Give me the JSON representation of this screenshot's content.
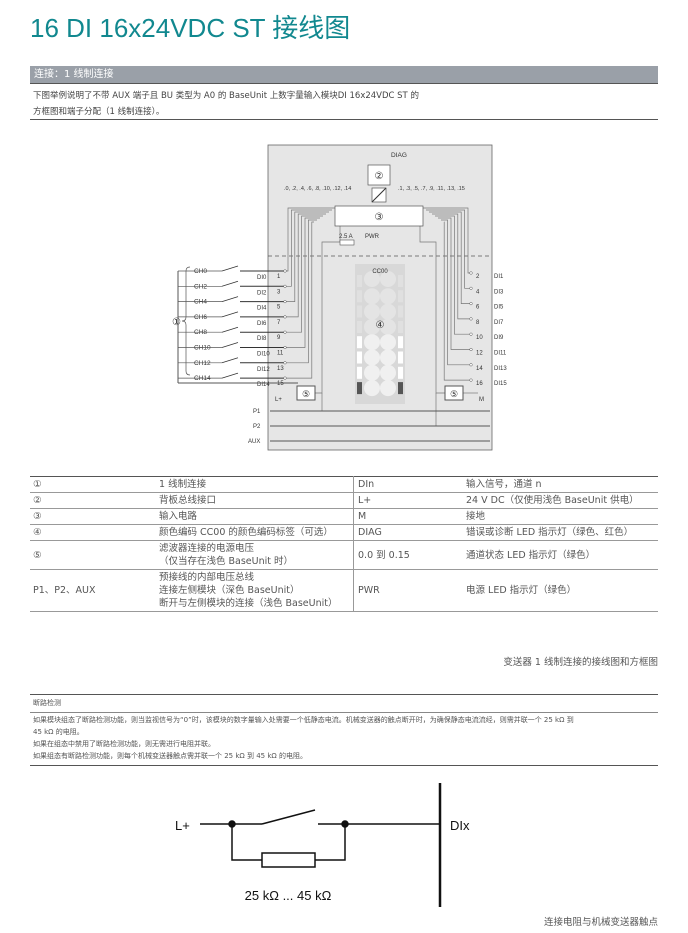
{
  "title": "16 DI 16x24VDC ST 接线图",
  "section": {
    "header": "连接：1 线制连接",
    "desc_line1": "下图举例说明了不带 AUX 端子且 BU 类型为 A0 的 BaseUnit 上数字量输入模块DI 16x24VDC ST 的",
    "desc_line2": "方框图和端子分配（1 线制连接）。"
  },
  "diagram": {
    "diag": "DIAG",
    "pwr": "PWR",
    "fuse": "2.5 A",
    "even_leds": ".0, .2, .4, .6, .8, .10, .12, .14",
    "odd_leds": ".1, .3, .5, .7, .9, .11, .13, .15",
    "cc": "CC00",
    "n1": "①",
    "n2": "②",
    "n3": "③",
    "n4": "④",
    "n5": "⑤",
    "channels": [
      "CH0",
      "CH2",
      "CH4",
      "CH6",
      "CH8",
      "CH10",
      "CH12",
      "CH14"
    ],
    "left_di": [
      "DI0",
      "DI2",
      "DI4",
      "DI6",
      "DI8",
      "DI10",
      "DI12",
      "DI14"
    ],
    "left_terms": [
      "1",
      "3",
      "5",
      "7",
      "9",
      "11",
      "13",
      "15"
    ],
    "right_terms": [
      "2",
      "4",
      "6",
      "8",
      "10",
      "12",
      "14",
      "16"
    ],
    "right_di": [
      "DI1",
      "DI3",
      "DI5",
      "DI7",
      "DI9",
      "DI11",
      "DI13",
      "DI15"
    ],
    "lplus": "L+",
    "m": "M",
    "p1": "P1",
    "p2": "P2",
    "aux": "AUX"
  },
  "legend": [
    [
      "①",
      "1 线制连接",
      "DIn",
      "输入信号，通道 n"
    ],
    [
      "②",
      "背板总线接口",
      "L+",
      "24 V DC（仅使用浅色 BaseUnit 供电）"
    ],
    [
      "③",
      "输入电路",
      "M",
      "接地"
    ],
    [
      "④",
      "颜色编码 CC00 的颜色编码标签（可选）",
      "DIAG",
      "错误或诊断 LED 指示灯（绿色、红色）"
    ],
    [
      "⑤",
      "滤波器连接的电源电压\n（仅当存在浅色 BaseUnit 时）",
      "0.0 到 0.15",
      "通道状态 LED 指示灯（绿色）"
    ],
    [
      "P1、P2、AUX",
      "预接线的内部电压总线\n连接左侧模块（深色 BaseUnit）\n断开与左侧模块的连接（浅色 BaseUnit）",
      "PWR",
      "电源 LED 指示灯（绿色）"
    ]
  ],
  "caption1": "变送器 1 线制连接的接线图和方框图",
  "wirebreak": {
    "header": "断路检测",
    "p1": "如果模块组态了断路检测功能，则当监视信号为“0”时，该模块的数字量输入处需要一个低静态电流。机械变送器的触点断开时，为确保静态电流流经，则需并联一个 25 kΩ 到",
    "p1b": "45 kΩ 的电阻。",
    "p2": "如果在组态中禁用了断路检测功能，则无需进行电阻并联。",
    "p3": "如果组态有断路检测功能，则每个机械变送器触点需并联一个 25 kΩ 到 45 kΩ 的电阻。"
  },
  "circuit": {
    "lplus": "L+",
    "dix": "DIx",
    "resistor": "25 kΩ ... 45 kΩ"
  },
  "caption2": "连接电阻与机械变送器触点"
}
